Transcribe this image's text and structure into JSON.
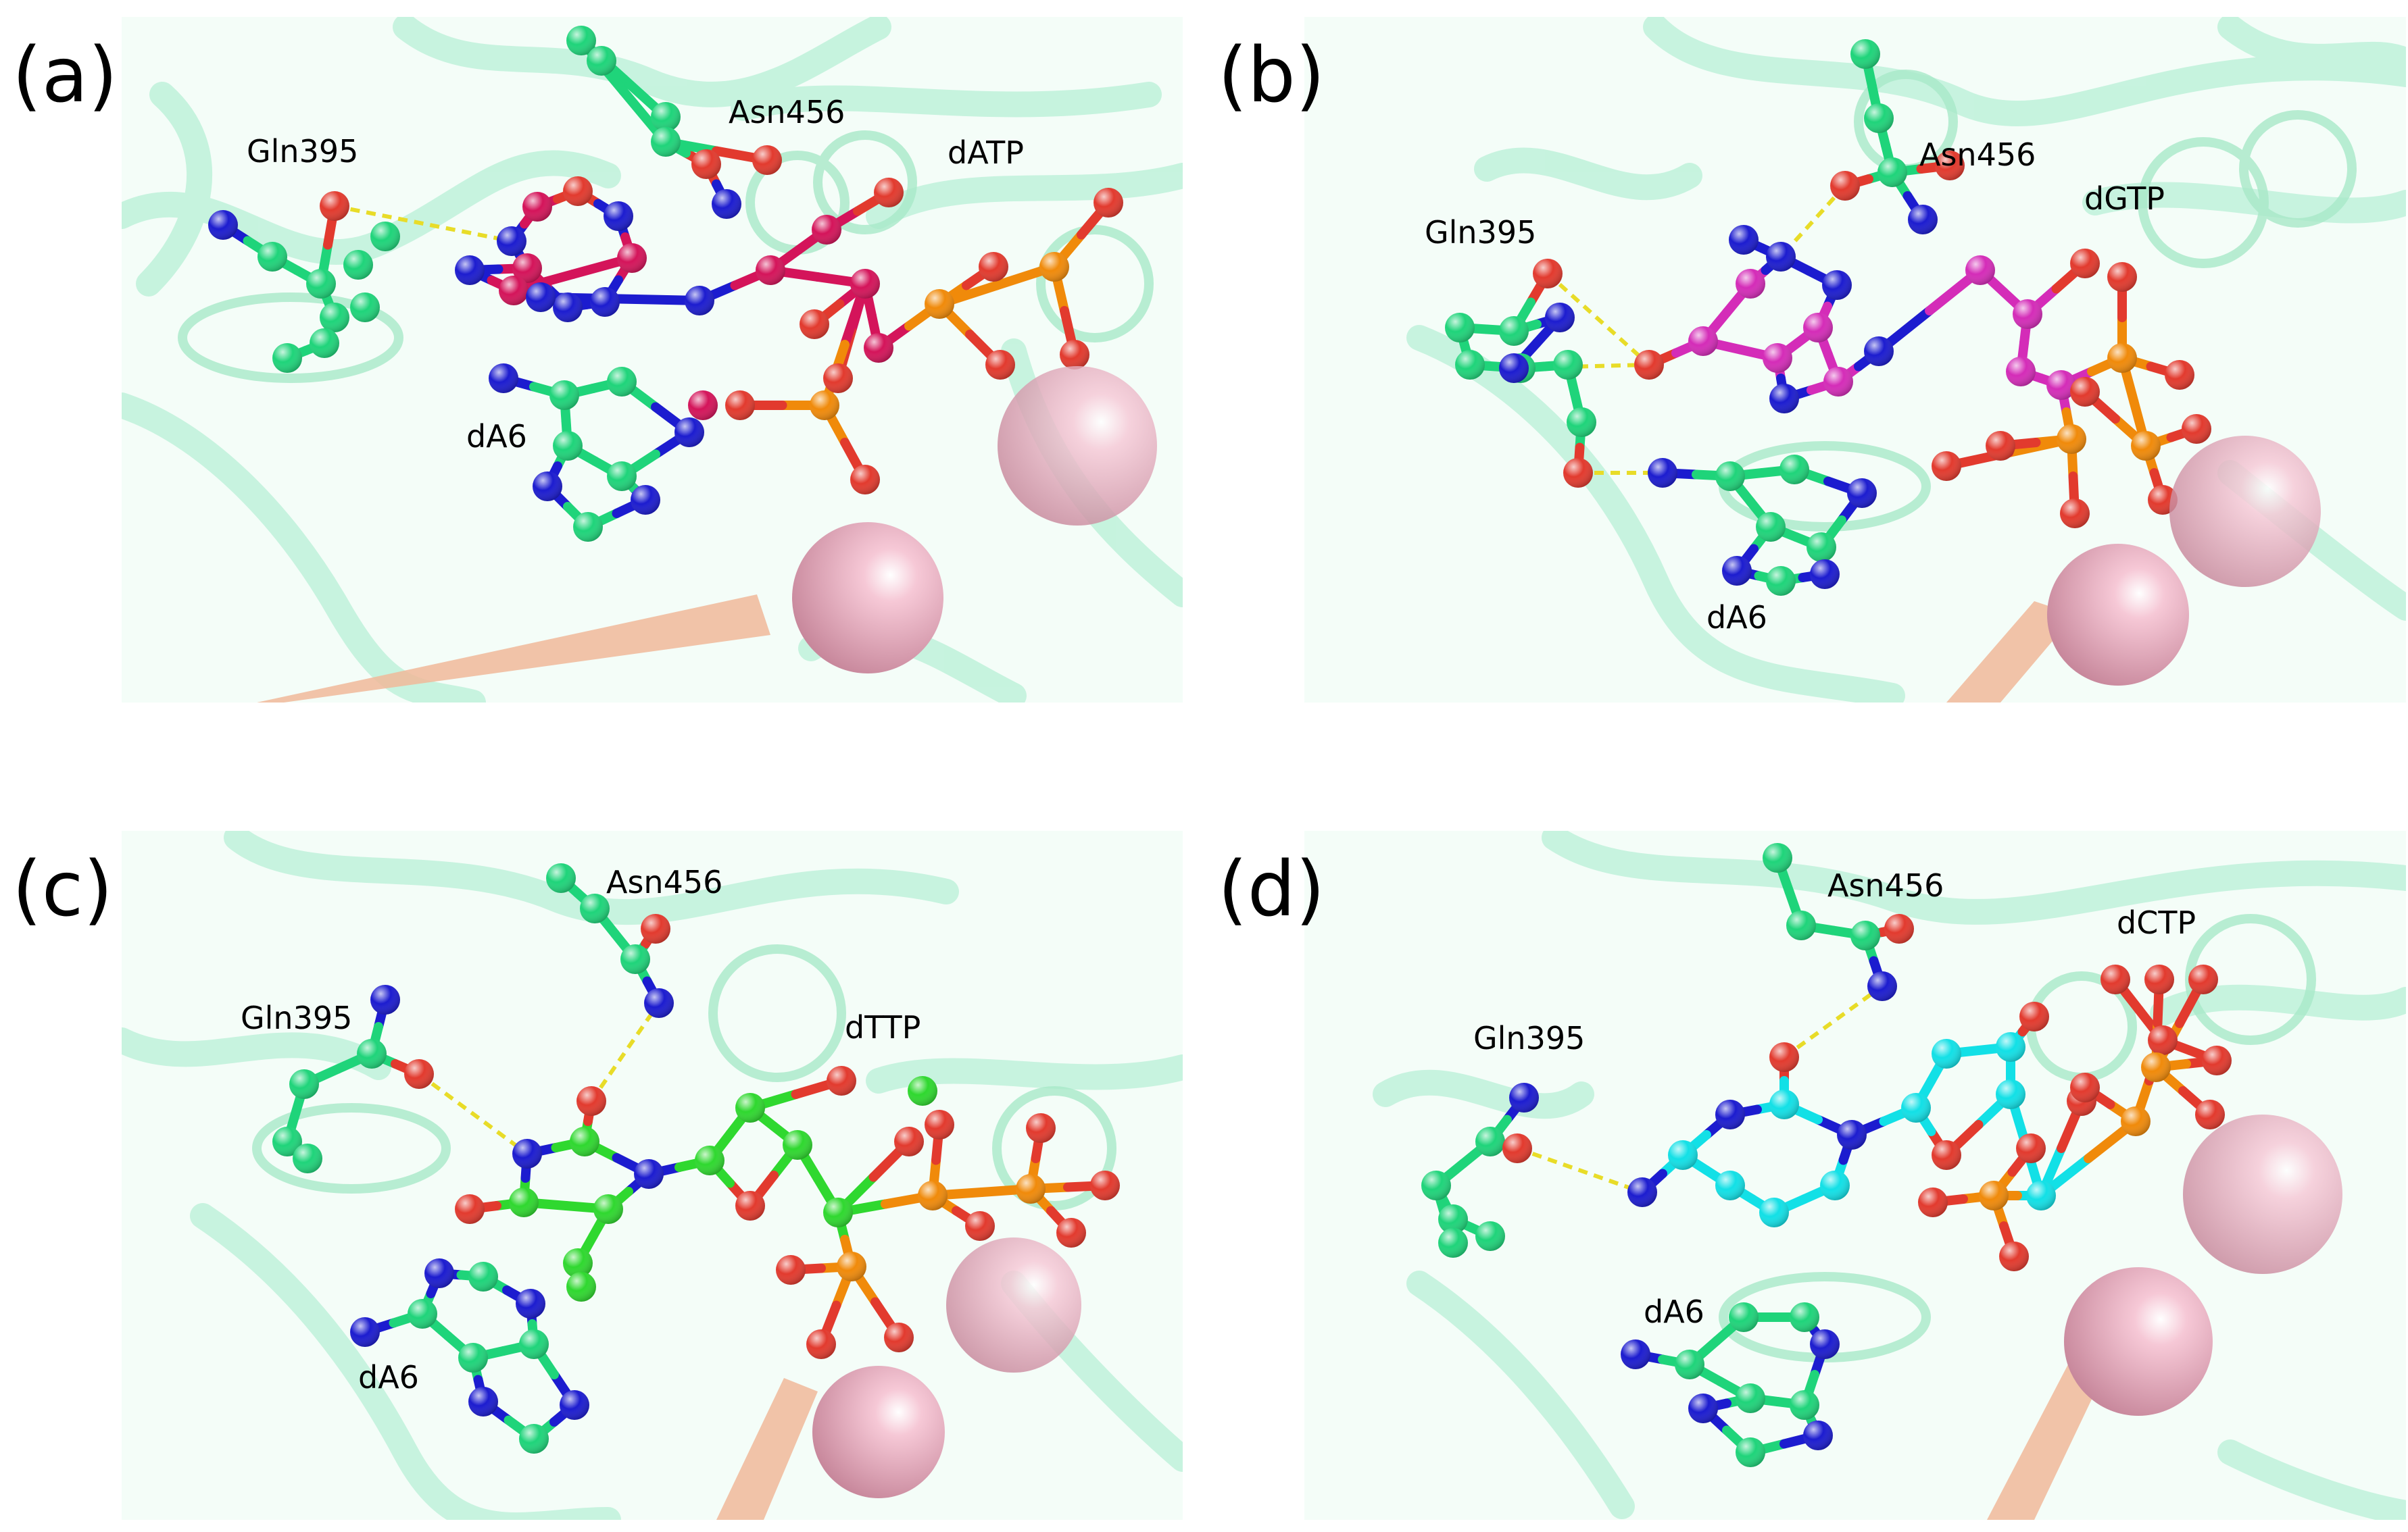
{
  "panels": [
    {
      "label": "(a)",
      "nucleotide": "dATP",
      "residues": {
        "gln": "Gln395",
        "asn": "Asn456",
        "template": "dA6"
      },
      "ligand_color": "#d4145a"
    },
    {
      "label": "(b)",
      "nucleotide": "dGTP",
      "residues": {
        "gln": "Gln395",
        "asn": "Asn456",
        "template": "dA6"
      },
      "ligand_color": "#d42cb8"
    },
    {
      "label": "(c)",
      "nucleotide": "dTTP",
      "residues": {
        "gln": "Gln395",
        "asn": "Asn456",
        "template": "dA6"
      },
      "ligand_color": "#2fd82f"
    },
    {
      "label": "(d)",
      "nucleotide": "dCTP",
      "residues": {
        "gln": "Gln395",
        "asn": "Asn456",
        "template": "dA6"
      },
      "ligand_color": "#12e0e6"
    }
  ],
  "colors": {
    "protein": "#b9f0d6",
    "carbon_protein": "#1fd47a",
    "oxygen": "#e23a2e",
    "nitrogen": "#1c1ccf",
    "phosphorus": "#f08a0a",
    "metal_ion": "#f0b4c8",
    "hbond": "#e8dc28"
  }
}
